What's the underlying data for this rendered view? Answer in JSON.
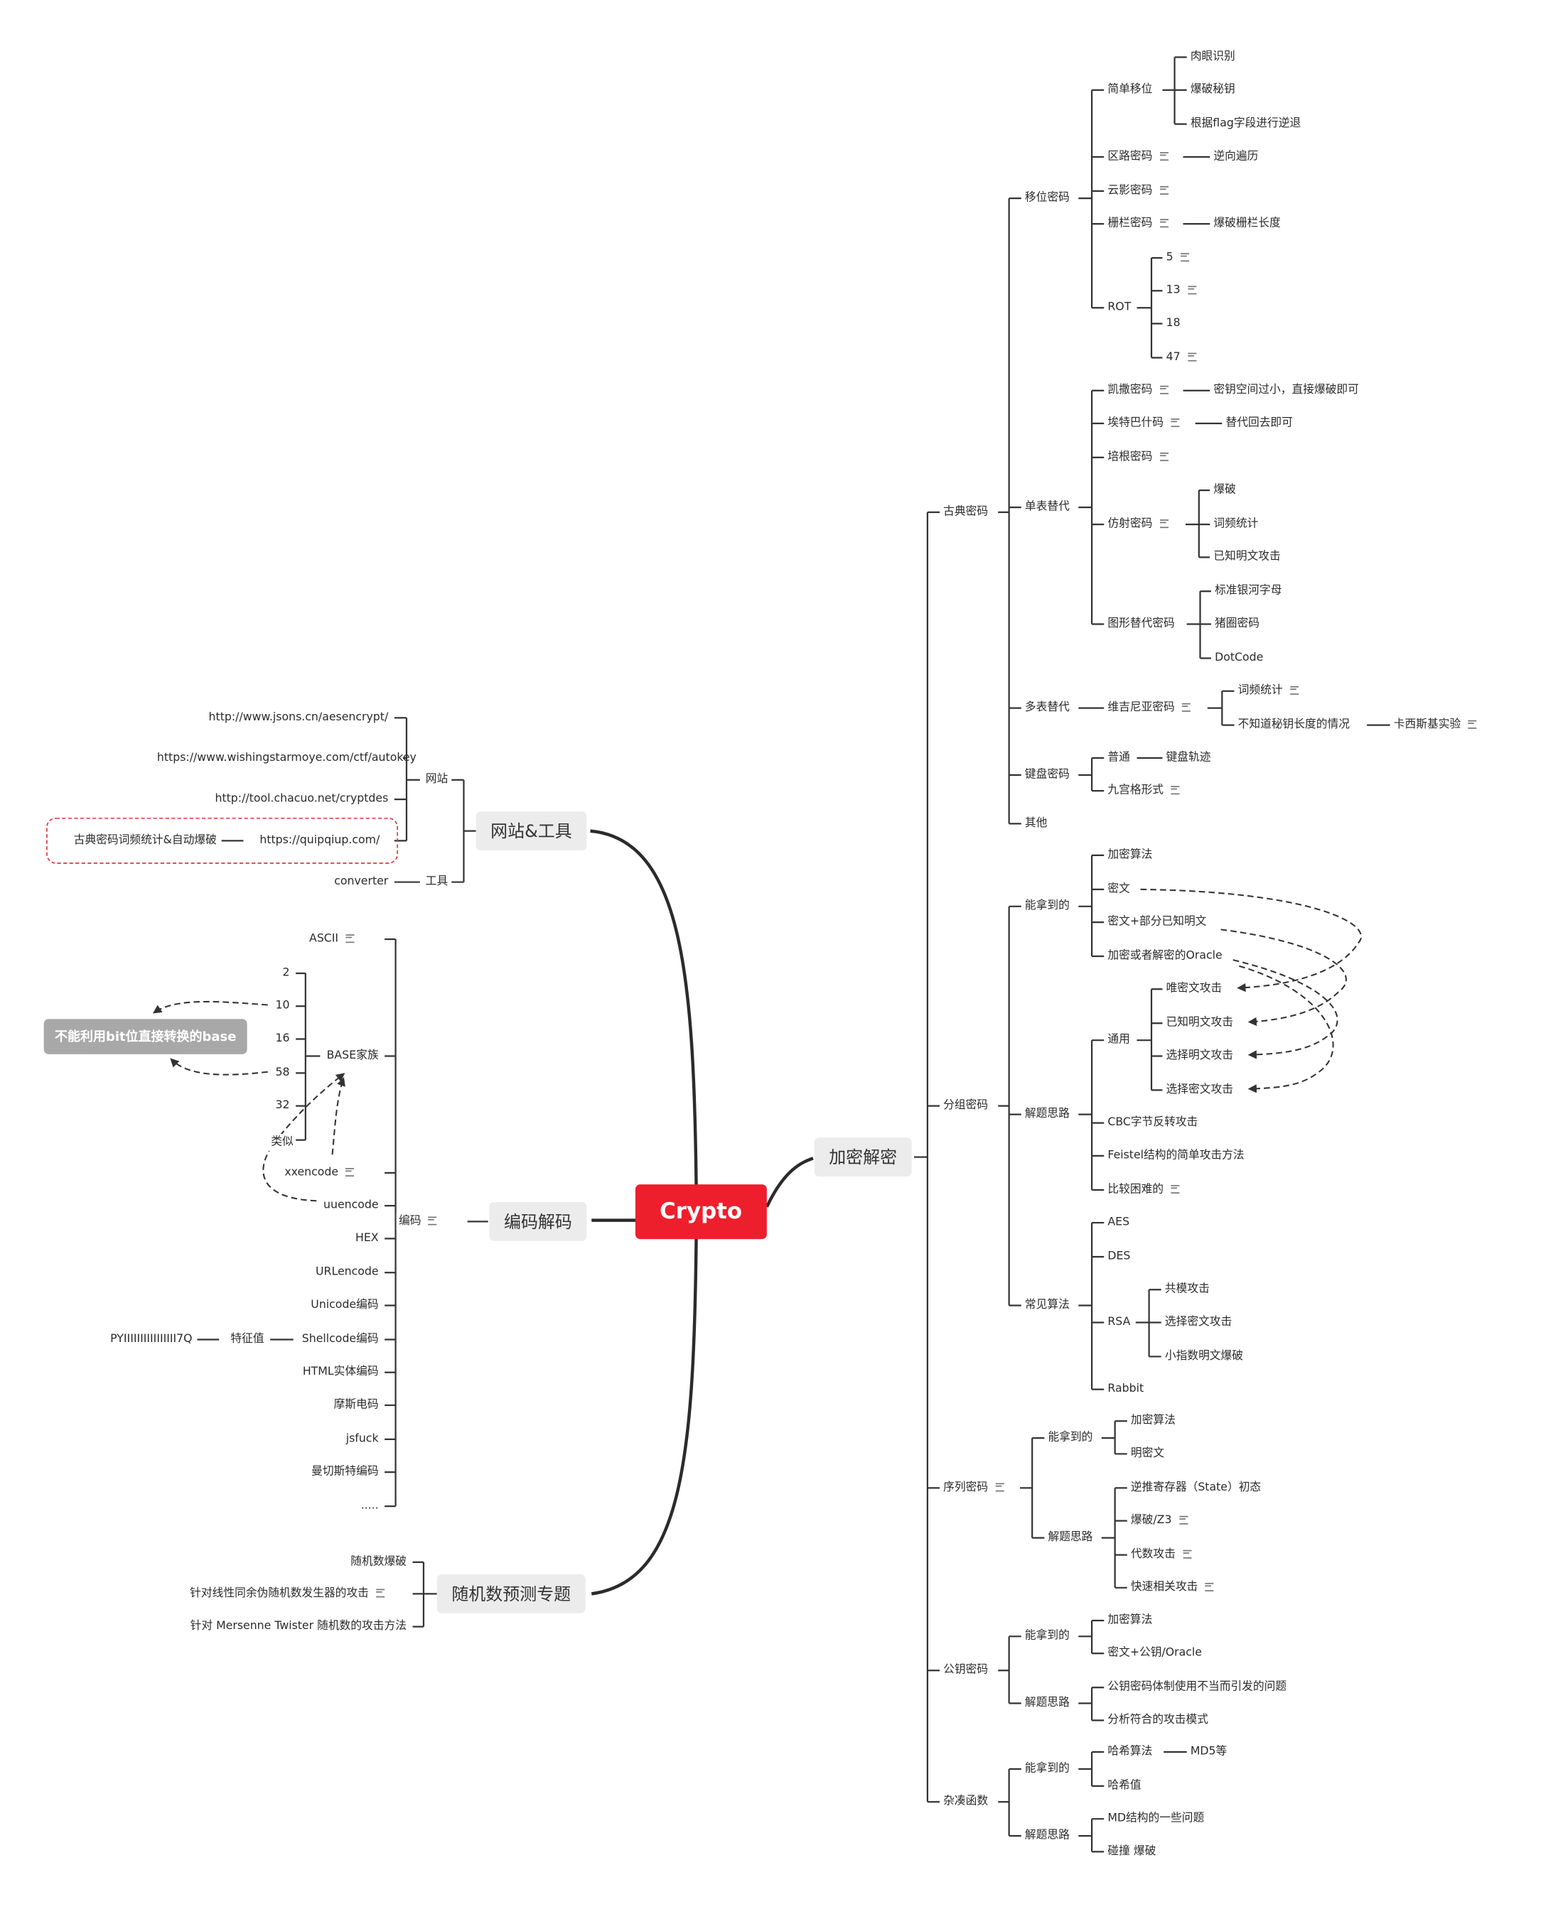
{
  "root": "Crypto",
  "branches": {
    "crypt": "加密解密",
    "tools": "网站&工具",
    "encode": "编码解码",
    "random": "随机数预测专题"
  },
  "classical": {
    "title": "古典密码",
    "transposition": {
      "title": "移位密码",
      "simple": {
        "title": "简单移位",
        "children": [
          "肉眼识别",
          "爆破秘钥",
          "根据flag字段进行逆退"
        ]
      },
      "zone": {
        "title": "区路密码",
        "child": "逆向遍历"
      },
      "cloud": "云影密码",
      "fence": {
        "title": "栅栏密码",
        "child": "爆破栅栏长度"
      },
      "rot": {
        "title": "ROT",
        "children": [
          "5",
          "13",
          "18",
          "47"
        ]
      }
    },
    "mono": {
      "title": "单表替代",
      "caesar": {
        "title": "凯撒密码",
        "child": "密钥空间过小，直接爆破即可"
      },
      "atbash": {
        "title": "埃特巴什码",
        "child": "替代回去即可"
      },
      "bacon": "培根密码",
      "affine": {
        "title": "仿射密码",
        "children": [
          "爆破",
          "词频统计",
          "已知明文攻击"
        ]
      },
      "graphic": {
        "title": "图形替代密码",
        "children": [
          "标准银河字母",
          "猪圈密码",
          "DotCode"
        ]
      }
    },
    "poly": {
      "title": "多表替代",
      "vigenere": "维吉尼亚密码",
      "freq": "词频统计",
      "unknown": "不知道秘钥长度的情况",
      "kasiski": "卡西斯基实验"
    },
    "keyboard": {
      "title": "键盘密码",
      "normal": "普通",
      "track": "键盘轨迹",
      "nine": "九宫格形式"
    },
    "other": "其他"
  },
  "block": {
    "title": "分组密码",
    "obtain": {
      "title": "能拿到的",
      "children": [
        "加密算法",
        "密文",
        "密文+部分已知明文",
        "加密或者解密的Oracle"
      ]
    },
    "approach": {
      "title": "解题思路",
      "general": {
        "title": "通用",
        "children": [
          "唯密文攻击",
          "已知明文攻击",
          "选择明文攻击",
          "选择密文攻击"
        ]
      },
      "cbc": "CBC字节反转攻击",
      "feistel": "Feistel结构的简单攻击方法",
      "hard": "比较困难的"
    },
    "common": {
      "title": "常见算法",
      "aes": "AES",
      "des": "DES",
      "rsa": {
        "title": "RSA",
        "children": [
          "共模攻击",
          "选择密文攻击",
          "小指数明文爆破"
        ]
      },
      "rabbit": "Rabbit"
    }
  },
  "stream": {
    "title": "序列密码",
    "obtain": {
      "title": "能拿到的",
      "children": [
        "加密算法",
        "明密文"
      ]
    },
    "approach": {
      "title": "解题思路",
      "children": [
        "逆推寄存器（State）初态",
        "爆破/Z3",
        "代数攻击",
        "快速相关攻击"
      ]
    }
  },
  "pubkey": {
    "title": "公钥密码",
    "obtain": {
      "title": "能拿到的",
      "children": [
        "加密算法",
        "密文+公钥/Oracle"
      ]
    },
    "approach": {
      "title": "解题思路",
      "children": [
        "公钥密码体制使用不当而引发的问题",
        "分析符合的攻击模式"
      ]
    }
  },
  "hash": {
    "title": "杂凑函数",
    "obtain": {
      "title": "能拿到的",
      "algo": "哈希算法",
      "md5": "MD5等",
      "value": "哈希值"
    },
    "approach": {
      "title": "解题思路",
      "children": [
        "MD结构的一些问题",
        "碰撞 爆破"
      ]
    }
  },
  "tools": {
    "websites": {
      "title": "网站",
      "links": [
        "http://www.jsons.cn/aesencrypt/",
        "https://www.wishingstarmoye.com/ctf/autokey",
        "http://tool.chacuo.net/cryptdes",
        "https://quipqiup.com/"
      ],
      "quip_note": "古典密码词频统计&自动爆破"
    },
    "tool": {
      "title": "工具",
      "child": "converter"
    }
  },
  "encoding": {
    "title": "编码",
    "ascii": "ASCII",
    "base": {
      "title": "BASE家族",
      "children": [
        "2",
        "10",
        "16",
        "58",
        "32",
        "类似"
      ]
    },
    "base_note": "不能利用bit位直接转换的base",
    "items": [
      "xxencode",
      "uuencode",
      "HEX",
      "URLencode",
      "Unicode编码",
      "Shellcode编码",
      "HTML实体编码",
      "摩斯电码",
      "jsfuck",
      "曼切斯特编码",
      "....."
    ],
    "feature": "特征值",
    "feature_value": "PYIIIIIIIIIIIIIIII7Q"
  },
  "random": {
    "children": [
      "随机数爆破",
      "针对线性同余伪随机数发生器的攻击",
      "针对 Mersenne Twister 随机数的攻击方法"
    ]
  }
}
